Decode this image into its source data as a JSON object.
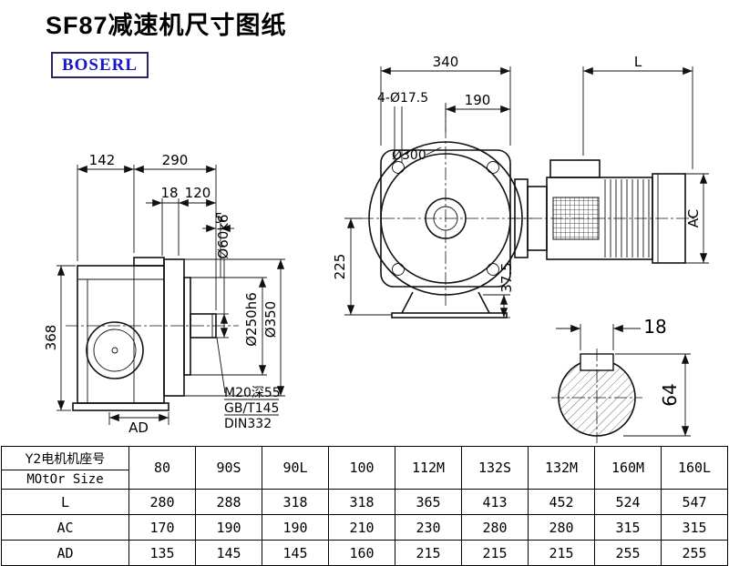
{
  "page": {
    "title": "SF87减速机尺寸图纸",
    "brand": "BOSERL"
  },
  "drawing": {
    "side_view": {
      "dim_142": "142",
      "dim_290": "290",
      "dim_18": "18",
      "dim_120": "120",
      "dim_5": "5",
      "dim_368": "368",
      "dim_ad": "AD",
      "shaft_dia": "Ø60k6",
      "spigot_dia": "Ø250h6",
      "flange_dia": "Ø350",
      "tap_note1": "M20深55",
      "tap_note2": "GB/T145",
      "tap_note3": "DIN332"
    },
    "front_view": {
      "dim_340": "340",
      "dim_L": "L",
      "holes_note": "4-Ø17.5",
      "dim_190": "190",
      "dia_300": "Ø300",
      "dim_225": "225",
      "dim_37_5": "37.5",
      "dim_ac": "AC"
    },
    "shaft_section": {
      "key_width": "18",
      "height_over_key": "64"
    }
  },
  "table": {
    "header_cn": "Y2电机机座号",
    "header_en": "MOtOr Size",
    "columns": [
      "80",
      "90S",
      "90L",
      "100",
      "112M",
      "132S",
      "132M",
      "160M",
      "160L"
    ],
    "rows": [
      {
        "label": "L",
        "values": [
          "280",
          "288",
          "318",
          "318",
          "365",
          "413",
          "452",
          "524",
          "547"
        ]
      },
      {
        "label": "AC",
        "values": [
          "170",
          "190",
          "190",
          "210",
          "230",
          "280",
          "280",
          "315",
          "315"
        ]
      },
      {
        "label": "AD",
        "values": [
          "135",
          "145",
          "145",
          "160",
          "215",
          "215",
          "215",
          "255",
          "255"
        ]
      }
    ]
  }
}
